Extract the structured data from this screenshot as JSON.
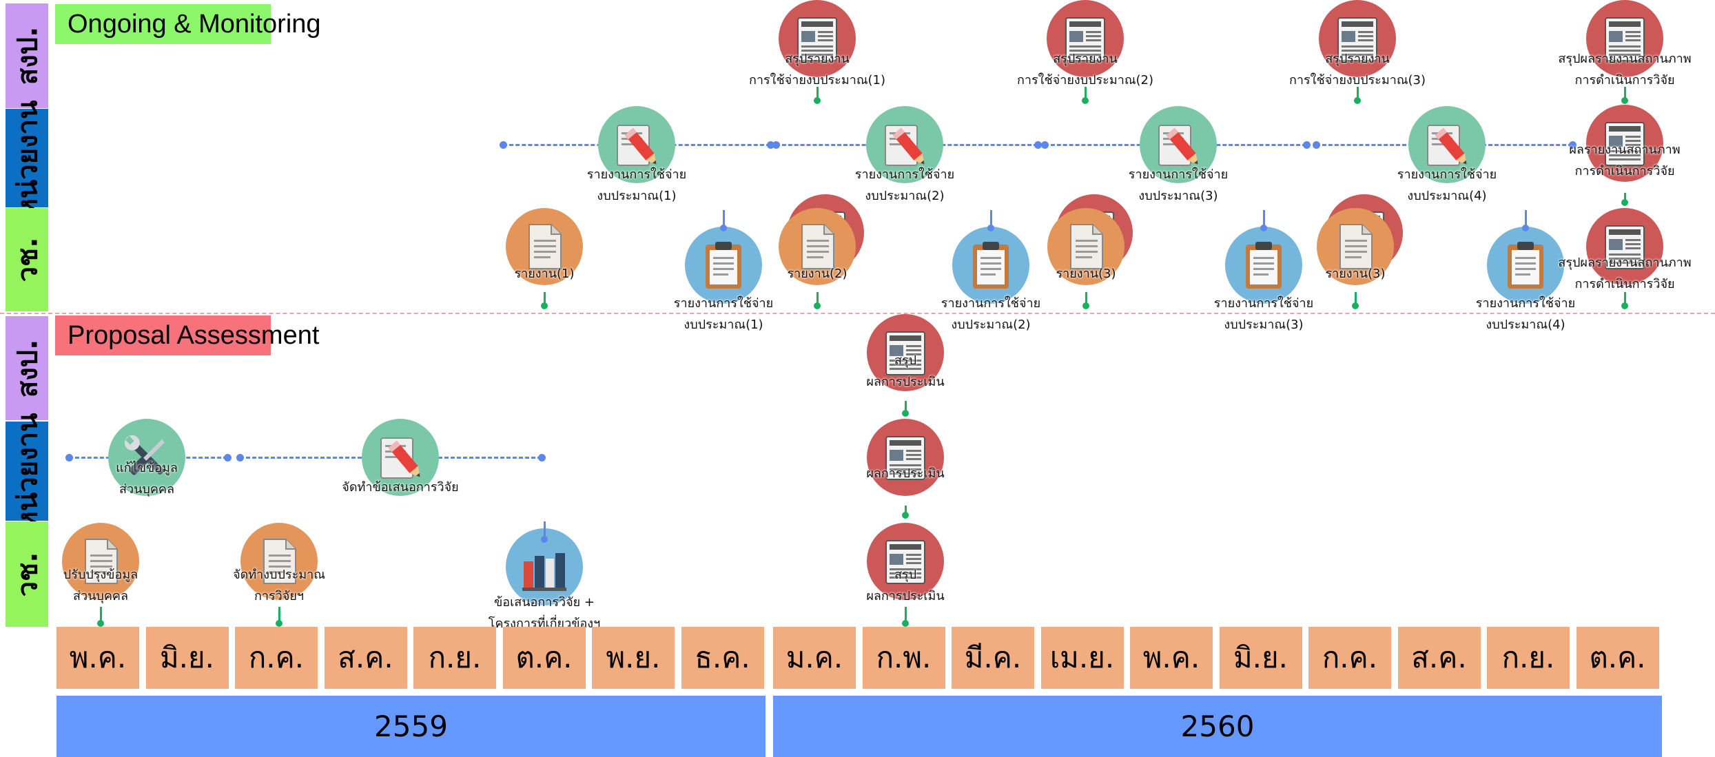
{
  "sections": {
    "monitoring": {
      "title": "Ongoing & Monitoring",
      "color": "#8cf76a"
    },
    "proposal": {
      "title": "Proposal Assessment",
      "color": "#f7727a"
    }
  },
  "lanes": {
    "sor": {
      "label": "สงป.",
      "color": "#c89af2"
    },
    "unit": {
      "label": "หน่วยงาน",
      "color": "#0b6fc4"
    },
    "vor": {
      "label": "วช.",
      "color": "#95f35c"
    }
  },
  "months": [
    "พ.ค.",
    "มิ.ย.",
    "ก.ค.",
    "ส.ค.",
    "ก.ย.",
    "ต.ค.",
    "พ.ย.",
    "ธ.ค.",
    "ม.ค.",
    "ก.พ.",
    "มี.ค.",
    "เม.ย.",
    "พ.ค.",
    "มิ.ย.",
    "ก.ค.",
    "ส.ค.",
    "ก.ย.",
    "ต.ค."
  ],
  "years": [
    "2559",
    "2560"
  ],
  "icons": {
    "newspaper": {
      "name": "newspaper-icon",
      "bg": "#cc5858"
    },
    "pencil": {
      "name": "pencil-document-icon",
      "bg": "#7ac8a8"
    },
    "document": {
      "name": "document-icon",
      "bg": "#e3955a"
    },
    "clipboard": {
      "name": "clipboard-icon",
      "bg": "#75b7dc"
    },
    "tools": {
      "name": "wrench-screwdriver-icon",
      "bg": "#7ac8a8"
    },
    "books": {
      "name": "books-icon",
      "bg": "#75b7dc"
    }
  },
  "connector_colors": {
    "milestone": "#1aaf5d",
    "flow": "#5b87ec"
  },
  "nodes": {
    "m_sor_1": "สรุปรายงาน\nการใช้จ่ายงบประมาณ(1)",
    "m_sor_2": "สรุปรายงาน\nการใช้จ่ายงบประมาณ(2)",
    "m_sor_3": "สรุปรายงาน\nการใช้จ่ายงบประมาณ(3)",
    "m_sor_4": "สรุปผลรายงานสถานภาพ\nการดำเนินการวิจัย",
    "m_unit_1": "รายงานการใช้จ่าย\nงบประมาณ(1)",
    "m_unit_2": "รายงานการใช้จ่าย\nงบประมาณ(2)",
    "m_unit_3": "รายงานการใช้จ่าย\nงบประมาณ(3)",
    "m_unit_4": "รายงานการใช้จ่าย\nงบประมาณ(4)",
    "m_unit_5": "ผลรายงานสถานภาพ\nการดำเนินการวิจัย",
    "m_vor_r1": "รายงาน(1)",
    "m_vor_r2": "รายงาน(2)",
    "m_vor_r3a": "รายงาน(3)",
    "m_vor_r3b": "รายงาน(3)",
    "m_vor_c1": "รายงานการใช้จ่าย\nงบประมาณ(1)",
    "m_vor_c2": "รายงานการใช้จ่าย\nงบประมาณ(2)",
    "m_vor_c3": "รายงานการใช้จ่าย\nงบประมาณ(3)",
    "m_vor_c4": "รายงานการใช้จ่าย\nงบประมาณ(4)",
    "m_vor_sum": "สรุปผลรายงานสถานภาพ\nการดำเนินการวิจัย",
    "p_sor_1": "สรุป\nผลการประเมิน",
    "p_unit_tools": "แก้ไขข้อมูล\nส่วนบุคคล",
    "p_unit_pencil": "จัดทำข้อเสนอการวิจัย",
    "p_unit_eval": "ผลการประเมิน",
    "p_vor_1": "ปรับปรุงข้อมูล\nส่วนบุคคล",
    "p_vor_2": "จัดทำงบประมาณ\nการวิจัยฯ",
    "p_vor_books": "ข้อเสนอการวิจัย +\nโครงการที่เกี่ยวข้องฯ",
    "p_vor_sum": "สรุป\nผลการประเมิน"
  }
}
